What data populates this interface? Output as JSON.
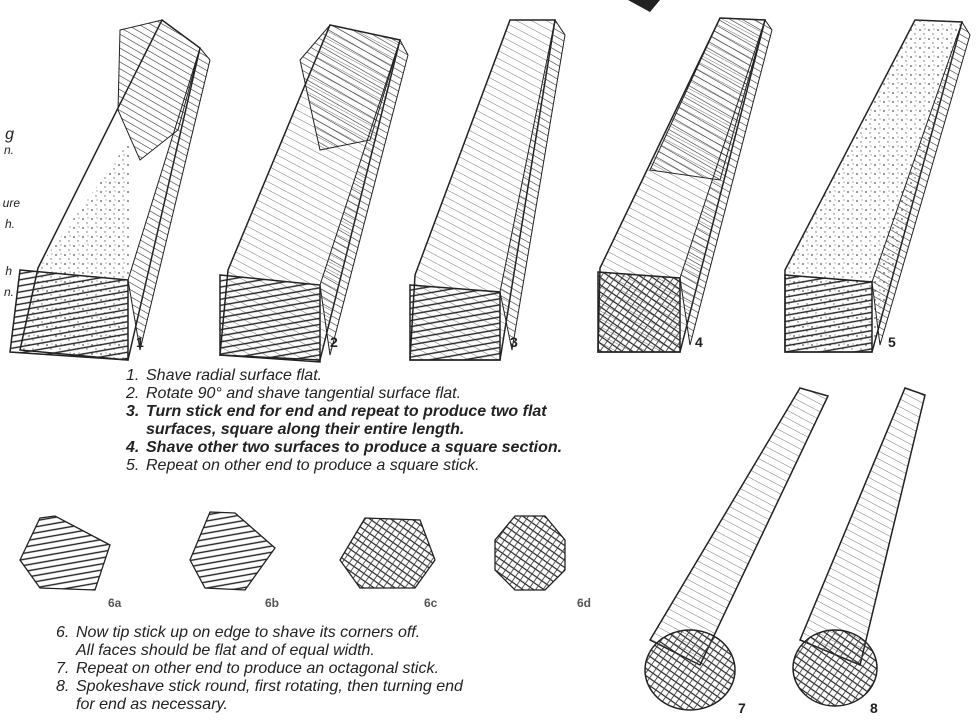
{
  "side_text": {
    "l1": "g",
    "l2": "n.",
    "l3": "ure",
    "l4": "h.",
    "l5": "h",
    "l6": "n."
  },
  "figures_top": [
    "1",
    "2",
    "3",
    "4",
    "5"
  ],
  "figures_oct": [
    "6a",
    "6b",
    "6c",
    "6d"
  ],
  "figures_round": [
    "7",
    "8"
  ],
  "steps_a": [
    {
      "num": "1.",
      "text": "Shave radial surface flat."
    },
    {
      "num": "2.",
      "text": "Rotate 90° and shave tangential surface flat."
    },
    {
      "num": "3.",
      "text": "Turn stick end for end and repeat to produce two flat"
    },
    {
      "num": "",
      "text": "surfaces, square along their entire length."
    },
    {
      "num": "4.",
      "text": "Shave other two surfaces to produce a square section."
    },
    {
      "num": "5.",
      "text": "Repeat on other end to produce a square stick."
    }
  ],
  "steps_b": [
    {
      "num": "6.",
      "text": "Now tip stick up on edge to shave its corners off."
    },
    {
      "num": "",
      "text": "All faces should be flat and of equal width."
    },
    {
      "num": "7.",
      "text": "Repeat on other end to produce an octagonal stick."
    },
    {
      "num": "8.",
      "text": "Spokeshave stick round, first rotating, then turning end"
    },
    {
      "num": "",
      "text": "for end as necessary."
    }
  ]
}
